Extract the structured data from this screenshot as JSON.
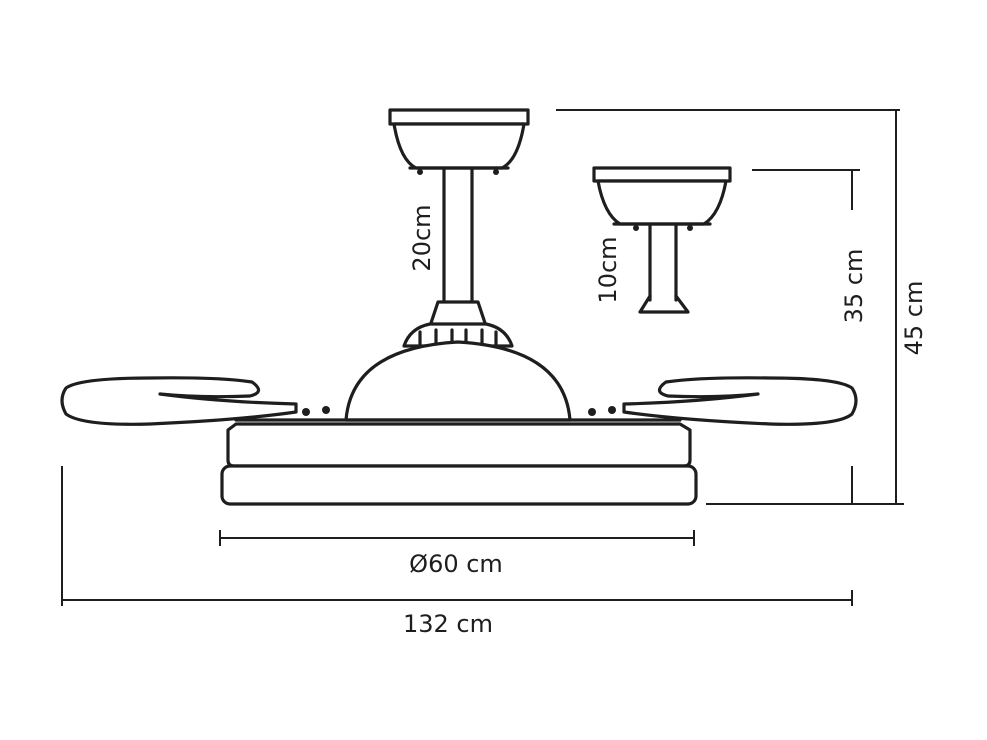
{
  "diagram": {
    "labels": {
      "rod_long": "20cm",
      "rod_short": "10cm",
      "height_short": "35 cm",
      "height_long": "45 cm",
      "diameter": "Ø60 cm",
      "span": "132 cm"
    }
  }
}
